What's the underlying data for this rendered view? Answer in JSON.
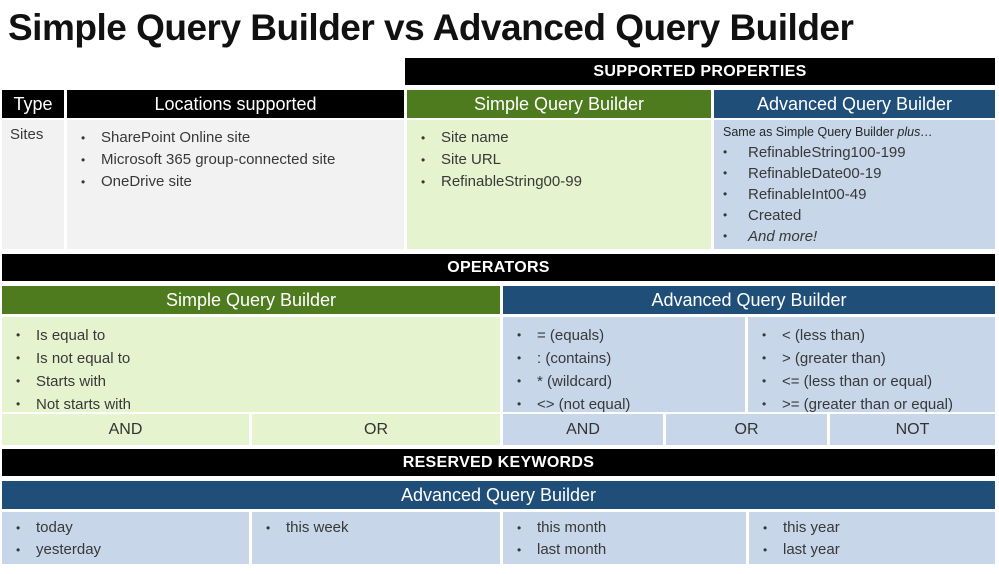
{
  "page_title": "Simple Query Builder vs Advanced Query Builder",
  "colors": {
    "green_header": "#4E7B1E",
    "blue_header": "#1F4E79",
    "light_green": "#E5F3CE",
    "light_blue": "#C7D6E9",
    "light_gray": "#F2F2F2",
    "bar_black": "#000000"
  },
  "supported_properties": {
    "section_label": "SUPPORTED PROPERTIES",
    "headers": {
      "type": "Type",
      "locations": "Locations supported",
      "simple": "Simple Query Builder",
      "advanced": "Advanced Query Builder"
    },
    "row": {
      "type_value": "Sites",
      "locations_items": [
        "SharePoint Online site",
        "Microsoft 365 group-connected site",
        "OneDrive site"
      ],
      "simple_items": [
        "Site name",
        "Site URL",
        "RefinableString00-99"
      ],
      "advanced_intro_regular": "Same as Simple Query Builder ",
      "advanced_intro_italic": "plus…",
      "advanced_items": [
        "RefinableString100-199",
        "RefinableDate00-19",
        "RefinableInt00-49",
        "Created"
      ],
      "advanced_more_item": "And more!"
    }
  },
  "operators": {
    "section_label": "OPERATORS",
    "simple_header": "Simple Query Builder",
    "advanced_header": "Advanced Query Builder",
    "simple_items": [
      "Is equal to",
      "Is not equal to",
      "Starts with",
      "Not starts with"
    ],
    "advanced_items_left": [
      "= (equals)",
      ": (contains)",
      "* (wildcard)",
      "<> (not equal)"
    ],
    "advanced_items_right": [
      "< (less than)",
      "> (greater than)",
      "<= (less than or equal)",
      ">= (greater than or equal)"
    ],
    "simple_logic": {
      "and": "AND",
      "or": "OR"
    },
    "advanced_logic": {
      "and": "AND",
      "or": "OR",
      "not": "NOT"
    }
  },
  "reserved_keywords": {
    "section_label": "RESERVED KEYWORDS",
    "header": "Advanced Query Builder",
    "col1_items": [
      "today",
      "yesterday"
    ],
    "col2_items": [
      "this week"
    ],
    "col3_items": [
      "this month",
      "last month"
    ],
    "col4_items": [
      "this year",
      "last year"
    ]
  }
}
